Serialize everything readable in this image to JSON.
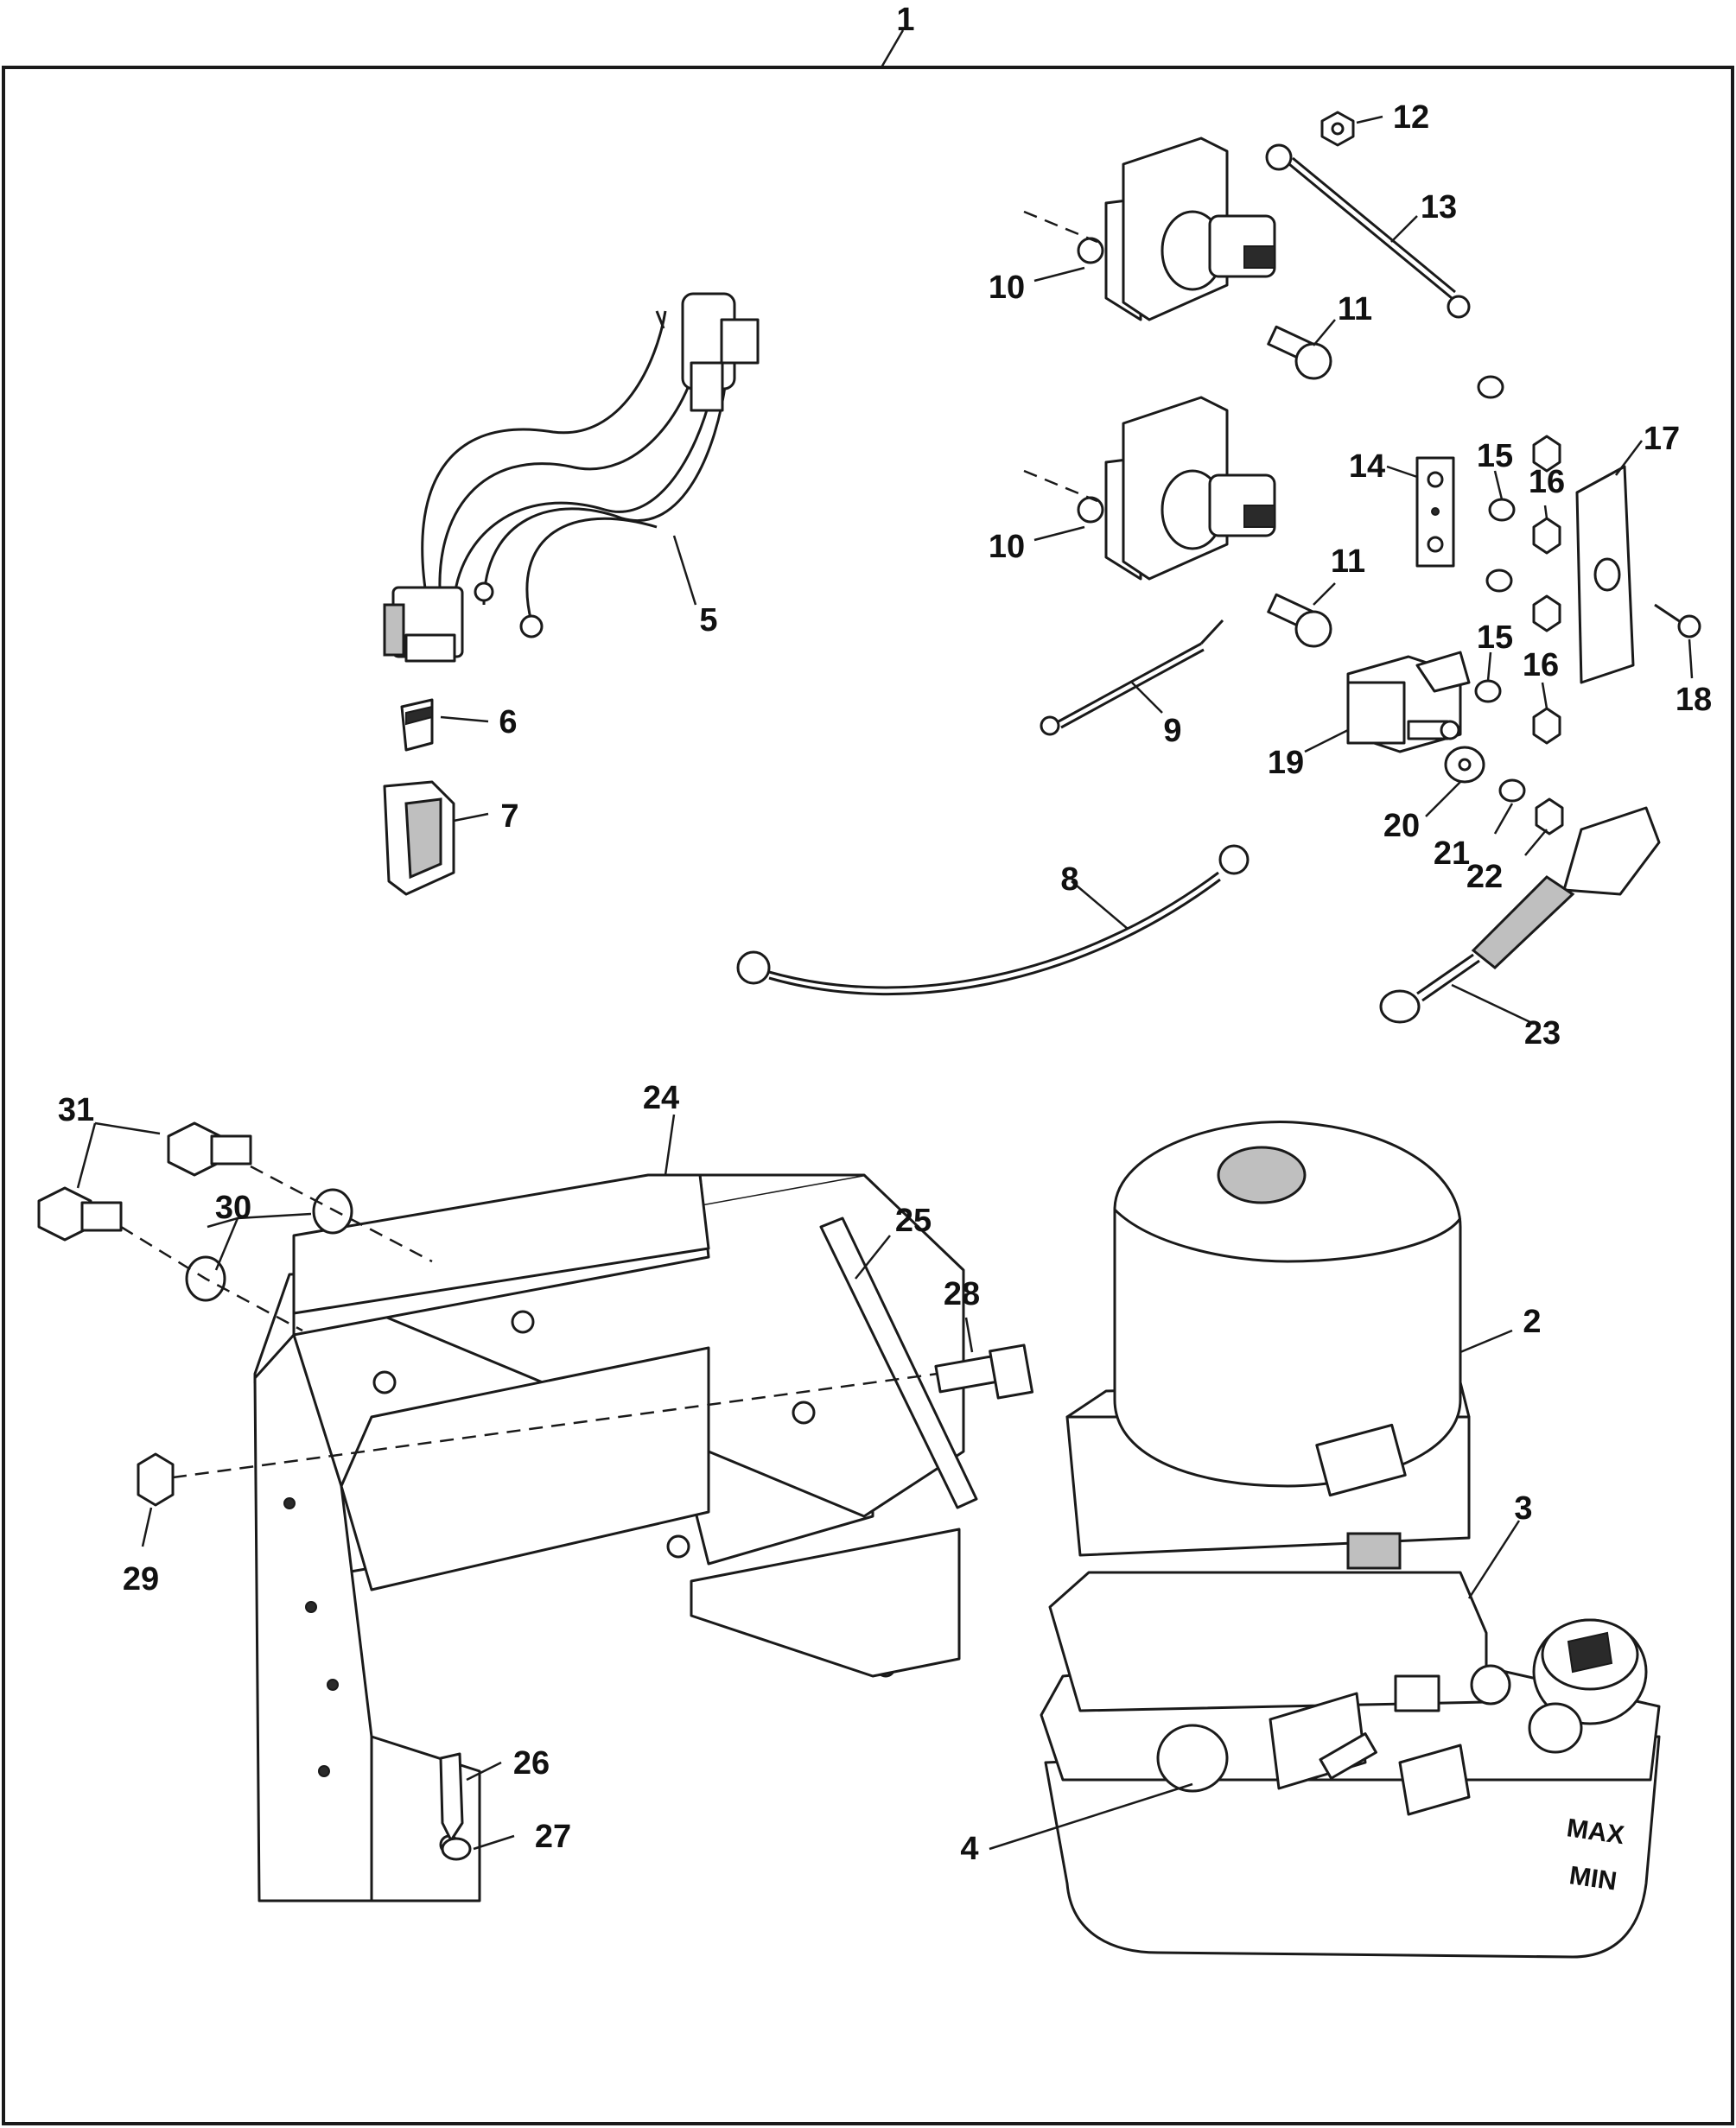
{
  "callouts": {
    "c1": "1",
    "c2": "2",
    "c3": "3",
    "c4": "4",
    "c5": "5",
    "c6": "6",
    "c7": "7",
    "c8": "8",
    "c9": "9",
    "c10a": "10",
    "c10b": "10",
    "c11a": "11",
    "c11b": "11",
    "c12": "12",
    "c13": "13",
    "c14": "14",
    "c15a": "15",
    "c15b": "15",
    "c16a": "16",
    "c16b": "16",
    "c17": "17",
    "c18": "18",
    "c19": "19",
    "c20": "20",
    "c21": "21",
    "c22": "22",
    "c23": "23",
    "c24": "24",
    "c25": "25",
    "c26": "26",
    "c27": "27",
    "c28": "28",
    "c29": "29",
    "c30": "30",
    "c31": "31"
  },
  "tank_labels": {
    "max": "MAX",
    "min": "MIN"
  }
}
